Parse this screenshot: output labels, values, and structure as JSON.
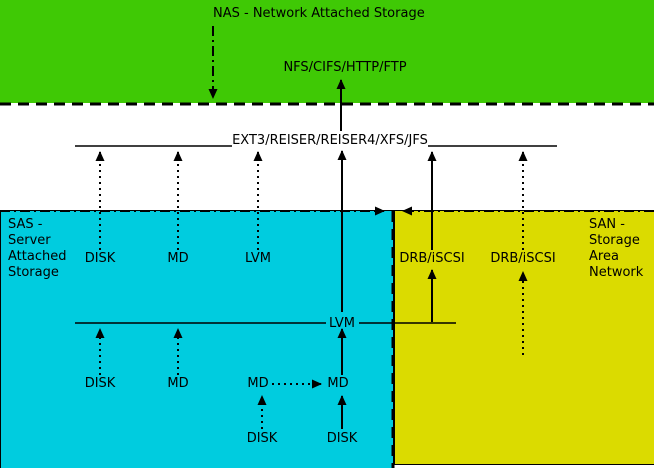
{
  "colors": {
    "nas_green": "#3fc905",
    "sas_cyan": "#00ccdf",
    "san_yellow": "#dbdb00"
  },
  "nas": {
    "title": "NAS - Network Attached Storage",
    "protocols": "NFS/CIFS/HTTP/FTP"
  },
  "fs_layer": {
    "label": "EXT3/REISER/REISER4/XFS/JFS"
  },
  "sas": {
    "title_lines": [
      "SAS -",
      "Server",
      "Attached",
      "Storage"
    ],
    "top_disk": "DISK",
    "top_md": "MD",
    "top_lvm": "LVM",
    "mid_lvm": "LVM",
    "low_disk": "DISK",
    "low_md": "MD",
    "chain_md_left": "MD",
    "chain_md_right": "MD",
    "chain_disk_left": "DISK",
    "chain_disk_right": "DISK"
  },
  "san": {
    "title_lines": [
      "SAN -",
      "Storage",
      "Area",
      "Network"
    ],
    "drb_left": "DRB/iSCSI",
    "drb_right": "DRB/iSCSI"
  }
}
